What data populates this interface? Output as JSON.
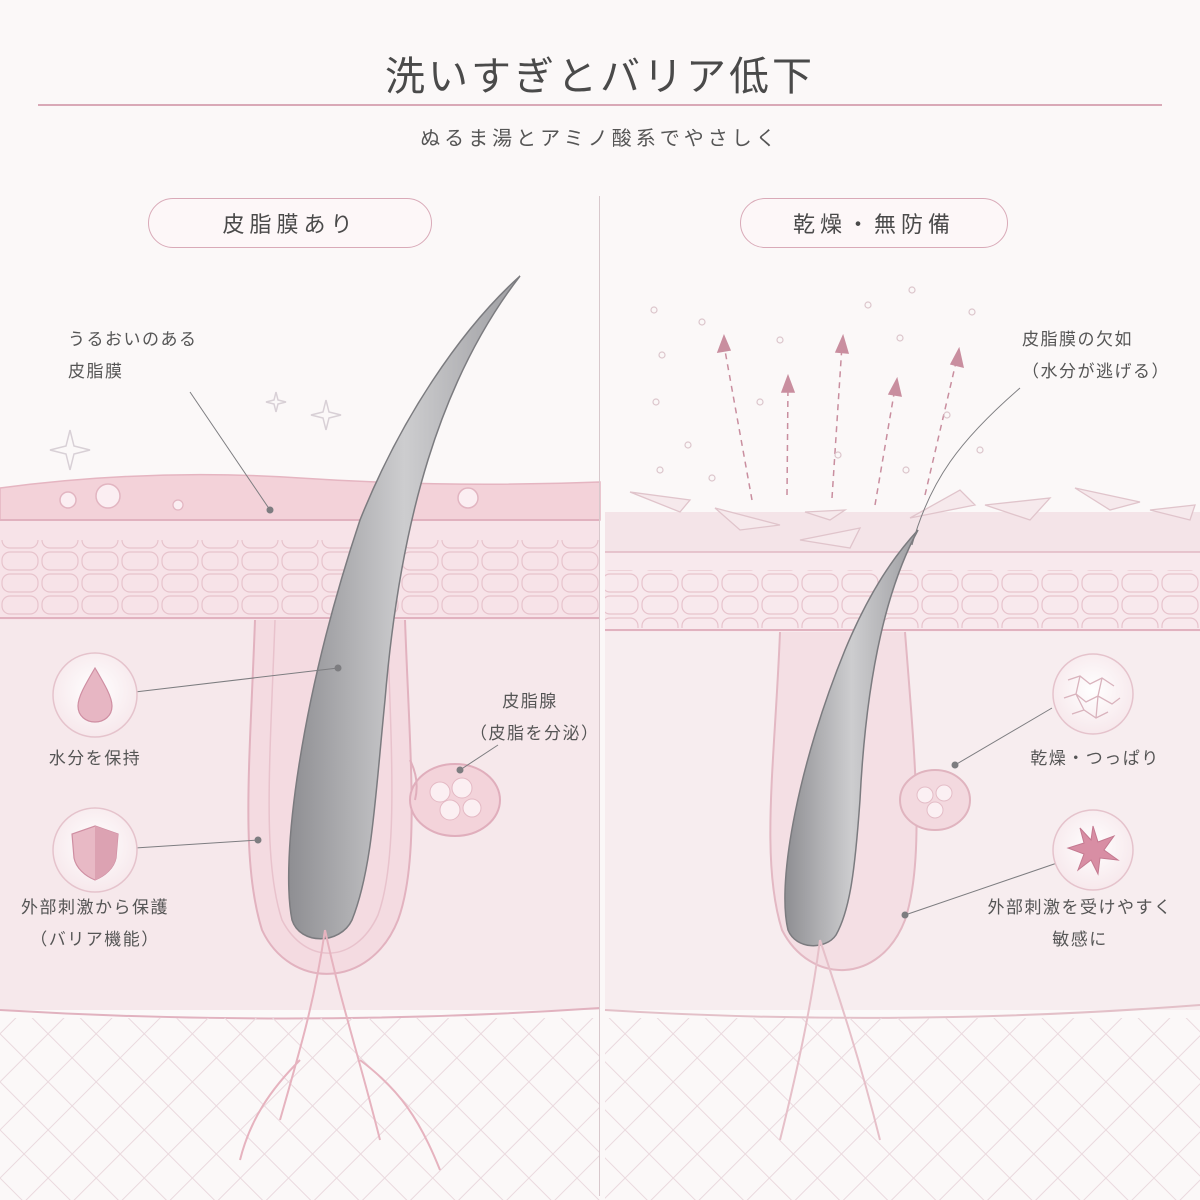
{
  "title": "洗いすぎとバリア低下",
  "subtitle": "ぬるま湯とアミノ酸系でやさしく",
  "left_panel": {
    "heading": "皮脂膜あり",
    "labels": {
      "moist_film_line1": "うるおいのある",
      "moist_film_line2": "皮脂膜",
      "sebaceous_gland_line1": "皮脂腺",
      "sebaceous_gland_line2": "（皮脂を分泌）",
      "retain_moisture": "水分を保持",
      "protect_line1": "外部刺激から保護",
      "protect_line2": "（バリア機能）"
    },
    "icons": [
      "water-drop-icon",
      "shield-icon",
      "sparkle-icon"
    ]
  },
  "right_panel": {
    "heading": "乾燥・無防備",
    "labels": {
      "lack_film_line1": "皮脂膜の欠如",
      "lack_film_line2": "（水分が逃げる）",
      "dry_tight": "乾燥・つっぱり",
      "sensitive_line1": "外部刺激を受けやすく",
      "sensitive_line2": "敏感に"
    },
    "icons": [
      "cracked-skin-icon",
      "irritation-burst-icon",
      "evaporation-arrow-icon"
    ]
  },
  "colors": {
    "accent": "#d9a9b7",
    "skin_pink": "#f3d7dd",
    "skin_line": "#e2b3c0",
    "hair_gray": "#b7b7b9",
    "text": "#555555",
    "arrow": "#c98e9f"
  }
}
